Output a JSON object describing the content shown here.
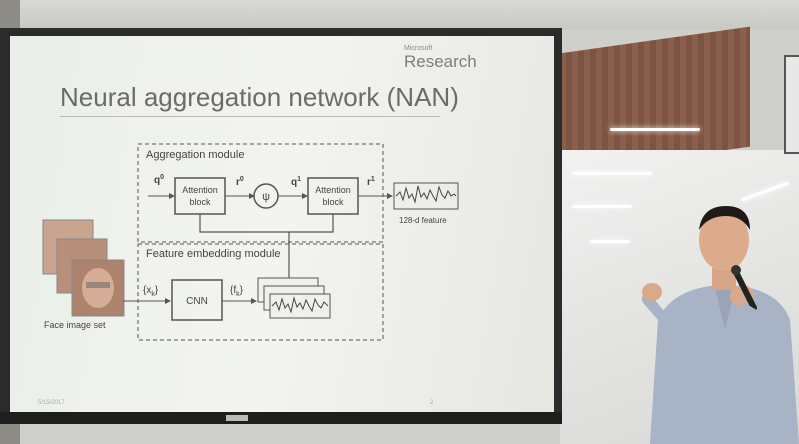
{
  "slide": {
    "title": "Neural aggregation network (NAN)",
    "brand_small": "Microsoft",
    "brand": "Research",
    "date": "5/15/2017",
    "page": "2"
  },
  "diagram": {
    "aggregation_module": "Aggregation module",
    "feature_embedding_module": "Feature embedding module",
    "attention_block_line1": "Attention",
    "attention_block_line2": "block",
    "q0": "q",
    "q0_sup": "0",
    "r0": "r",
    "r0_sup": "0",
    "psi": "ψ",
    "q1": "q",
    "q1_sup": "1",
    "r1": "r",
    "r1_sup": "1",
    "feature_label": "128-d feature",
    "cnn": "CNN",
    "xk": "{x",
    "xk_sub": "k",
    "xk_close": "}",
    "fk": "{f",
    "fk_sub": "k",
    "fk_close": "}",
    "face_set_label": "Face image set"
  },
  "colors": {
    "slide_bg": "#eef0eb",
    "line": "#555555",
    "title": "#6b6b6b",
    "shirt": "#a9b3c6"
  }
}
